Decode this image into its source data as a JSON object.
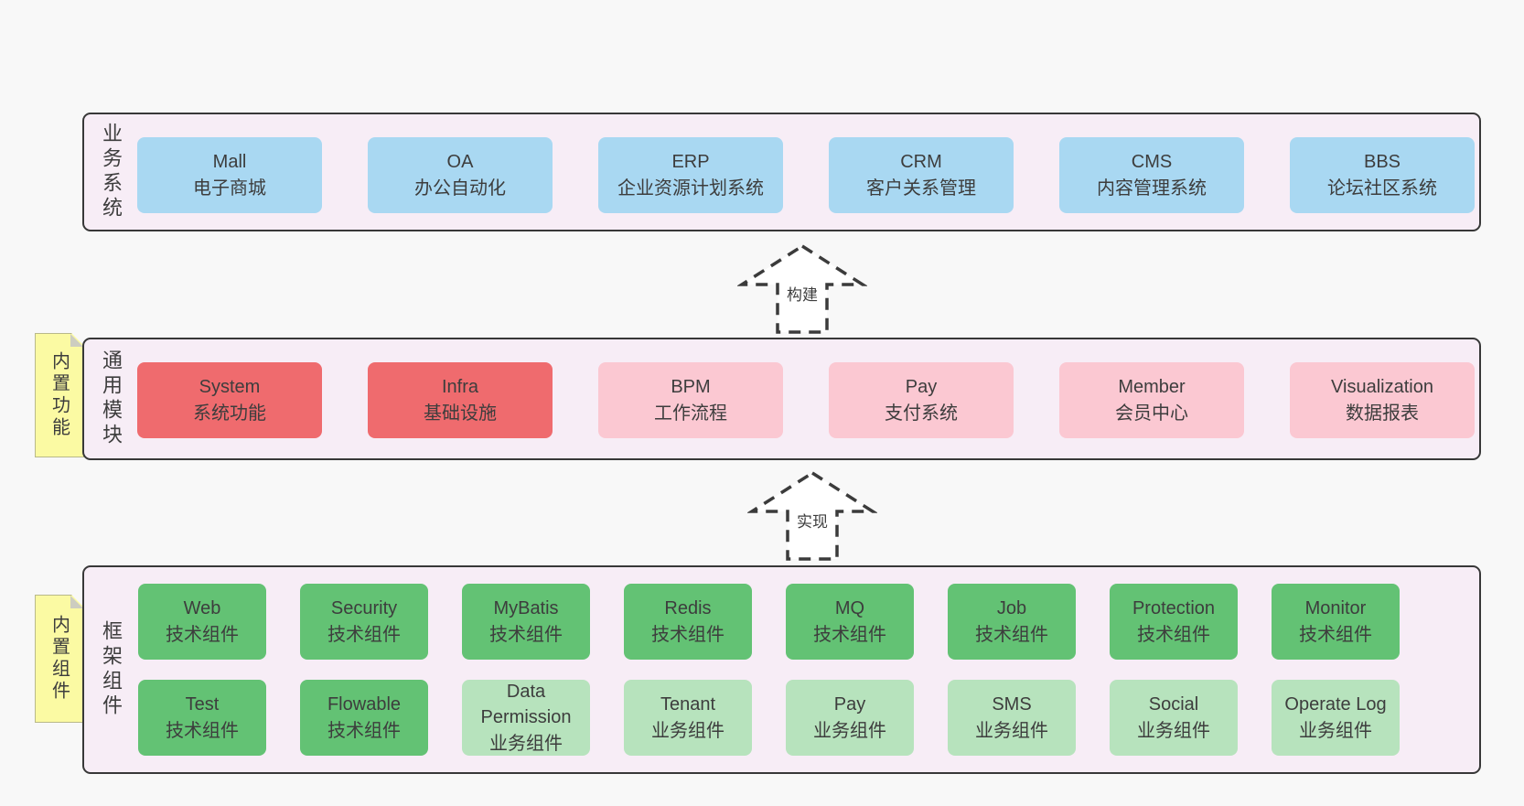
{
  "colors": {
    "page_bg": "#f8f8f8",
    "layer_bg": "#f7edf6",
    "border": "#383838",
    "text": "#3d3d3d",
    "blue": "#a9d8f2",
    "red": "#ef6b6e",
    "pink": "#fbc8d2",
    "green": "#63c274",
    "light_green": "#b7e3bd",
    "note_yellow": "#fbfaa3"
  },
  "layers": [
    {
      "label": "业务系统",
      "boxes": [
        {
          "name": "Mall",
          "desc": "电子商城",
          "variant": "blue"
        },
        {
          "name": "OA",
          "desc": "办公自动化",
          "variant": "blue"
        },
        {
          "name": "ERP",
          "desc": "企业资源计划系统",
          "variant": "blue"
        },
        {
          "name": "CRM",
          "desc": "客户关系管理",
          "variant": "blue"
        },
        {
          "name": "CMS",
          "desc": "内容管理系统",
          "variant": "blue"
        },
        {
          "name": "BBS",
          "desc": "论坛社区系统",
          "variant": "blue"
        }
      ]
    },
    {
      "label": "通用模块",
      "note": "内置功能",
      "boxes": [
        {
          "name": "System",
          "desc": "系统功能",
          "variant": "red"
        },
        {
          "name": "Infra",
          "desc": "基础设施",
          "variant": "red"
        },
        {
          "name": "BPM",
          "desc": "工作流程",
          "variant": "pink"
        },
        {
          "name": "Pay",
          "desc": "支付系统",
          "variant": "pink"
        },
        {
          "name": "Member",
          "desc": "会员中心",
          "variant": "pink"
        },
        {
          "name": "Visualization",
          "desc": "数据报表",
          "variant": "pink"
        }
      ]
    },
    {
      "label": "框架组件",
      "note": "内置组件",
      "rows": [
        [
          {
            "name": "Web",
            "desc": "技术组件",
            "variant": "green"
          },
          {
            "name": "Security",
            "desc": "技术组件",
            "variant": "green"
          },
          {
            "name": "MyBatis",
            "desc": "技术组件",
            "variant": "green"
          },
          {
            "name": "Redis",
            "desc": "技术组件",
            "variant": "green"
          },
          {
            "name": "MQ",
            "desc": "技术组件",
            "variant": "green"
          },
          {
            "name": "Job",
            "desc": "技术组件",
            "variant": "green"
          },
          {
            "name": "Protection",
            "desc": "技术组件",
            "variant": "green"
          },
          {
            "name": "Monitor",
            "desc": "技术组件",
            "variant": "green"
          }
        ],
        [
          {
            "name": "Test",
            "desc": "技术组件",
            "variant": "green"
          },
          {
            "name": "Flowable",
            "desc": "技术组件",
            "variant": "green"
          },
          {
            "name": "Data Permission",
            "desc": "业务组件",
            "variant": "lightgreen"
          },
          {
            "name": "Tenant",
            "desc": "业务组件",
            "variant": "lightgreen"
          },
          {
            "name": "Pay",
            "desc": "业务组件",
            "variant": "lightgreen"
          },
          {
            "name": "SMS",
            "desc": "业务组件",
            "variant": "lightgreen"
          },
          {
            "name": "Social",
            "desc": "业务组件",
            "variant": "lightgreen"
          },
          {
            "name": "Operate Log",
            "desc": "业务组件",
            "variant": "lightgreen"
          }
        ]
      ]
    }
  ],
  "arrows": [
    {
      "label": "构建"
    },
    {
      "label": "实现"
    }
  ]
}
